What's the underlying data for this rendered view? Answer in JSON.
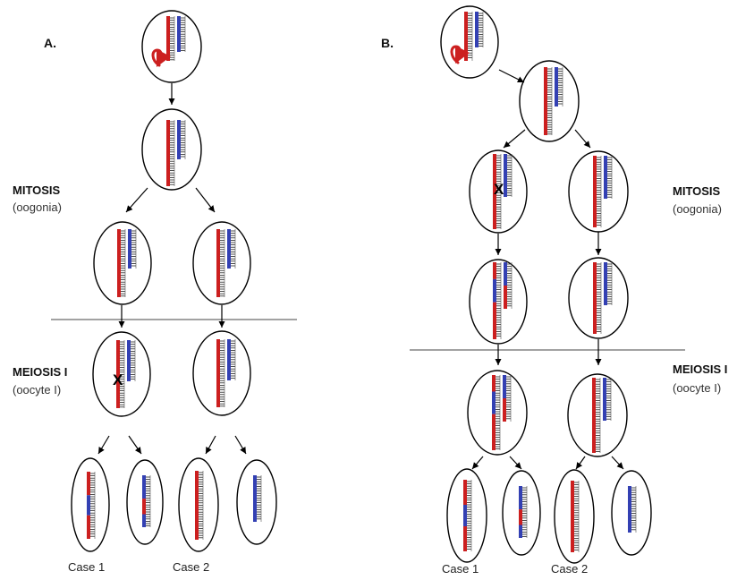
{
  "panels": {
    "a": "A.",
    "b": "B."
  },
  "labels": {
    "mitosis": "MITOSIS",
    "oogonia": "(oogonia)",
    "meiosis": "MEIOSIS I",
    "oocyte": "(oocyte I)",
    "case1": "Case 1",
    "case2": "Case 2"
  },
  "crossover_mark": "X",
  "colors": {
    "maternal": "#cc1f1f",
    "paternal": "#3340b3",
    "outline": "#000000",
    "arrow": "#000000"
  }
}
